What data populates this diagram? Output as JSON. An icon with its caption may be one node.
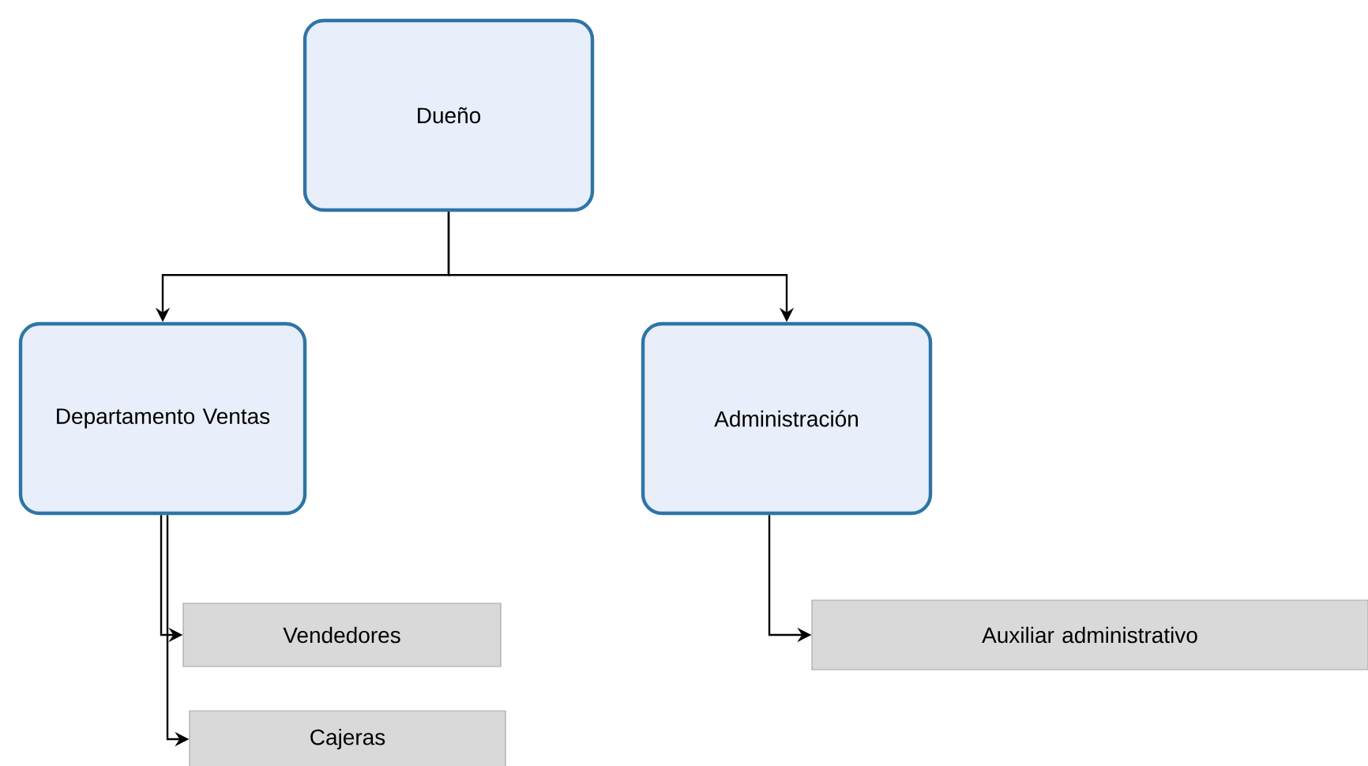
{
  "diagram": {
    "nodes": [
      {
        "text": [
          "Dueño"
        ]
      },
      {
        "text": [
          "Departamento Ventas"
        ]
      },
      {
        "text": [
          "Administración"
        ]
      },
      {
        "text": [
          "Vendedores"
        ]
      },
      {
        "text": [
          "Cajeras"
        ]
      },
      {
        "text": [
          "Auxiliar administrativo"
        ]
      }
    ],
    "edges": [
      {
        "from": 0,
        "to": 1,
        "arrow": "to"
      },
      {
        "from": 0,
        "to": 2,
        "arrow": "to"
      },
      {
        "from": 1,
        "to": 3,
        "arrow": "to"
      },
      {
        "from": 1,
        "to": 4,
        "arrow": "to"
      },
      {
        "from": 2,
        "to": 5,
        "arrow": "to"
      }
    ]
  }
}
